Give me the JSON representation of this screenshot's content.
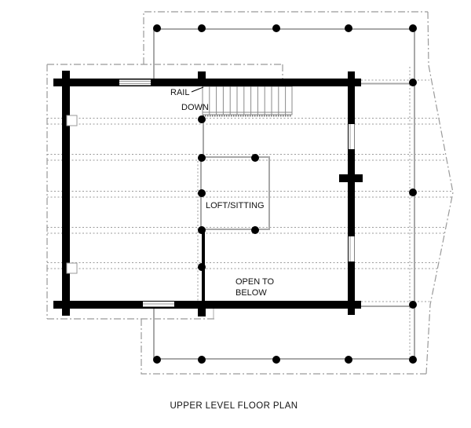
{
  "plan": {
    "labels": {
      "rail": "RAIL",
      "down": "DOWN",
      "loft_sitting": "LOFT/SITTING",
      "open_to_below_line1": "OPEN TO",
      "open_to_below_line2": "BELOW"
    },
    "title": "UPPER LEVEL FLOOR PLAN",
    "colors": {
      "wall": "#000000",
      "roof_outline": "#9a9a9a",
      "beam_line": "#9b9b9b",
      "railing": "#a8a8a8",
      "post": "#000000",
      "text": "#111111",
      "background": "#ffffff"
    }
  }
}
